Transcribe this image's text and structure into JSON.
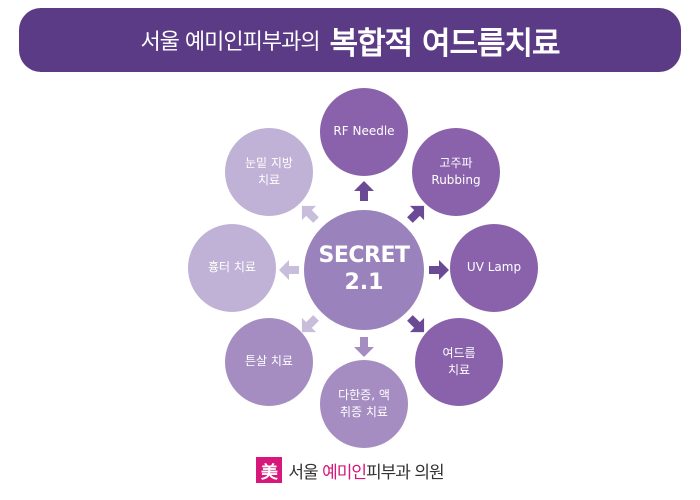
{
  "header": {
    "title_prefix": "서울 예미인피부과의",
    "title_main": "복합적 여드름치료"
  },
  "center": {
    "line1": "SECRET",
    "line2": "2.1"
  },
  "nodes": {
    "rf_needle": "RF Needle",
    "rubbing": "고주파\nRubbing",
    "uv_lamp": "UV Lamp",
    "acne_scar": "여드름\n치료",
    "hyperhidrosis": "다한증, 액\n취증 치료",
    "cracked_skin": "튼살 치료",
    "scar": "흉터 치료",
    "eye_fat": "눈밑 지방\n치료"
  },
  "footer": {
    "logo_char": "美",
    "name_part1": "서울 ",
    "name_part2": "예미인",
    "name_part3": "피부과 의원"
  },
  "colors": {
    "banner": "#5b3a86",
    "node_dark": "#8a62ac",
    "node_mid": "#a58dc2",
    "node_light": "#c0b2d6",
    "center": "#9a82bc",
    "arrow_dark": "#6a4a95",
    "arrow_light": "#c8bedc",
    "brand_pink": "#d6187a"
  }
}
